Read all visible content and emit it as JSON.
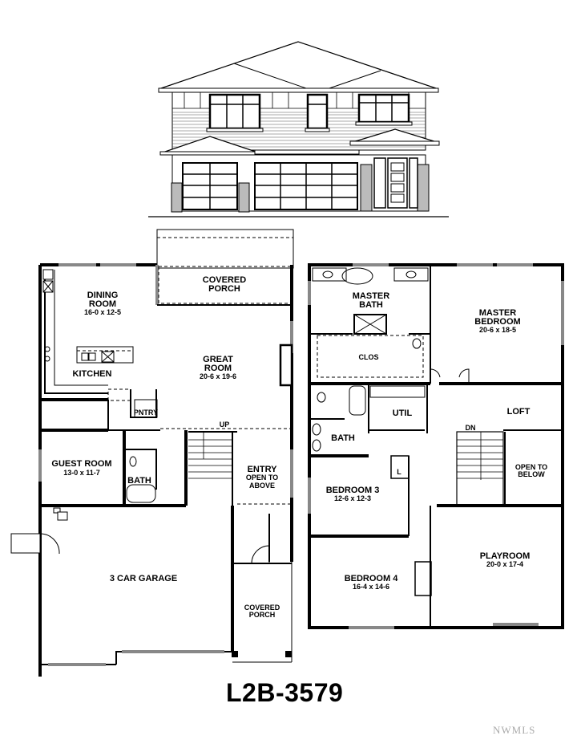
{
  "plan": {
    "id": "L2B-3579",
    "watermark": "NWMLS"
  },
  "elevation": {
    "label": "front-elevation",
    "garage_doors": 2,
    "windows_upper": 3
  },
  "main_floor": {
    "rooms": [
      {
        "name": "DINING",
        "name2": "ROOM",
        "dim": "16-0 x 12-5"
      },
      {
        "name": "COVERED",
        "name2": "PORCH",
        "dim": ""
      },
      {
        "name": "KITCHEN",
        "name2": "",
        "dim": ""
      },
      {
        "name": "GREAT",
        "name2": "ROOM",
        "dim": "20-6 x 19-6"
      },
      {
        "name": "PNTRY",
        "name2": "",
        "dim": ""
      },
      {
        "name": "GUEST ROOM",
        "name2": "",
        "dim": "13-0 x 11-7"
      },
      {
        "name": "BATH",
        "name2": "",
        "dim": ""
      },
      {
        "name": "ENTRY",
        "name2": "OPEN TO",
        "name3": "ABOVE",
        "dim": ""
      },
      {
        "name": "3 CAR GARAGE",
        "name2": "",
        "dim": ""
      },
      {
        "name": "COVERED",
        "name2": "PORCH",
        "dim": ""
      }
    ],
    "stair_label": "UP"
  },
  "upper_floor": {
    "rooms": [
      {
        "name": "MASTER",
        "name2": "BATH",
        "dim": ""
      },
      {
        "name": "MASTER",
        "name2": "BEDROOM",
        "dim": "20-6 x 18-5"
      },
      {
        "name": "CLOS",
        "name2": "",
        "dim": ""
      },
      {
        "name": "UTIL",
        "name2": "",
        "dim": ""
      },
      {
        "name": "LOFT",
        "name2": "",
        "dim": ""
      },
      {
        "name": "BATH",
        "name2": "",
        "dim": ""
      },
      {
        "name": "OPEN TO",
        "name2": "BELOW",
        "dim": ""
      },
      {
        "name": "BEDROOM 3",
        "name2": "",
        "dim": "12-6 x 12-3"
      },
      {
        "name": "L",
        "name2": "",
        "dim": ""
      },
      {
        "name": "PLAYROOM",
        "name2": "",
        "dim": "20-0 x 17-4"
      },
      {
        "name": "BEDROOM 4",
        "name2": "",
        "dim": "16-4 x 14-6"
      }
    ],
    "stair_label": "DN"
  }
}
